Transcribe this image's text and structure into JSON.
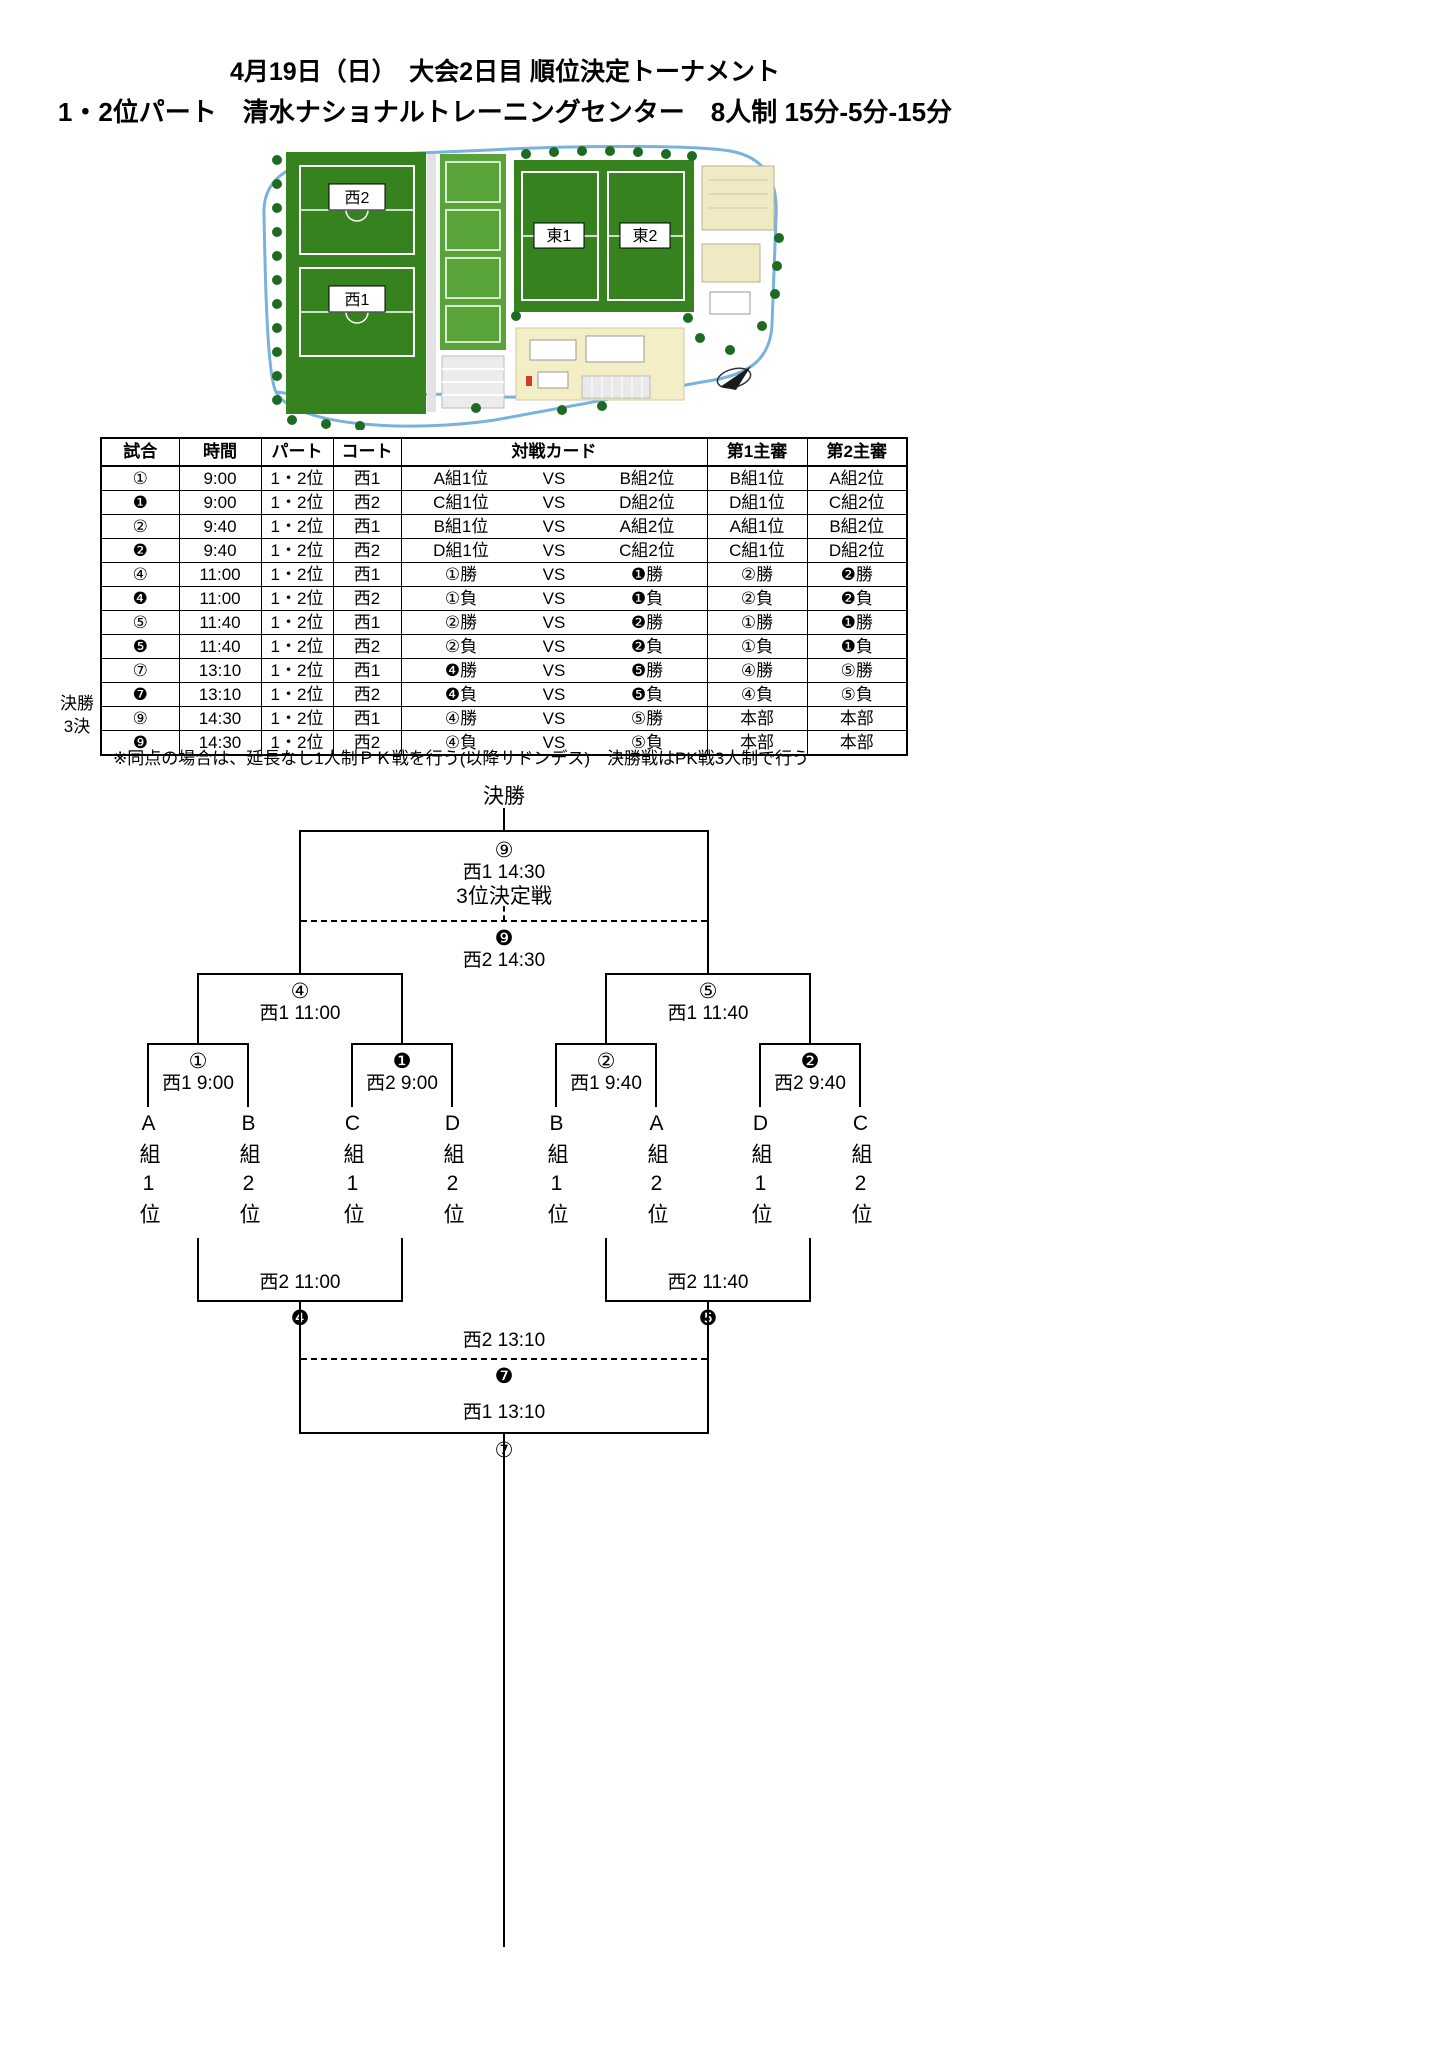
{
  "page": {
    "title_line1": "4月19日（日）　大会2日目 順位決定トーナメント",
    "title_line2": "1・2位パート　清水ナショナルトレーニングセンター　8人制 15分-5分-15分"
  },
  "map": {
    "field_west2": "西2",
    "field_west1": "西1",
    "field_east1": "東1",
    "field_east2": "東2"
  },
  "schedule": {
    "headers": {
      "match": "試合",
      "time": "時間",
      "part": "パート",
      "court": "コート",
      "card": "対戦カード",
      "ref1": "第1主審",
      "ref2": "第2主審"
    },
    "rows": [
      {
        "match": "①",
        "time": "9:00",
        "part": "1・2位",
        "court": "西1",
        "home": "A組1位",
        "vs": "VS",
        "away": "B組2位",
        "ref1": "B組1位",
        "ref2": "A組2位"
      },
      {
        "match": "❶",
        "time": "9:00",
        "part": "1・2位",
        "court": "西2",
        "home": "C組1位",
        "vs": "VS",
        "away": "D組2位",
        "ref1": "D組1位",
        "ref2": "C組2位"
      },
      {
        "match": "②",
        "time": "9:40",
        "part": "1・2位",
        "court": "西1",
        "home": "B組1位",
        "vs": "VS",
        "away": "A組2位",
        "ref1": "A組1位",
        "ref2": "B組2位"
      },
      {
        "match": "❷",
        "time": "9:40",
        "part": "1・2位",
        "court": "西2",
        "home": "D組1位",
        "vs": "VS",
        "away": "C組2位",
        "ref1": "C組1位",
        "ref2": "D組2位"
      },
      {
        "match": "④",
        "time": "11:00",
        "part": "1・2位",
        "court": "西1",
        "home": "①勝",
        "vs": "VS",
        "away": "❶勝",
        "ref1": "②勝",
        "ref2": "❷勝"
      },
      {
        "match": "❹",
        "time": "11:00",
        "part": "1・2位",
        "court": "西2",
        "home": "①負",
        "vs": "VS",
        "away": "❶負",
        "ref1": "②負",
        "ref2": "❷負"
      },
      {
        "match": "⑤",
        "time": "11:40",
        "part": "1・2位",
        "court": "西1",
        "home": "②勝",
        "vs": "VS",
        "away": "❷勝",
        "ref1": "①勝",
        "ref2": "❶勝"
      },
      {
        "match": "❺",
        "time": "11:40",
        "part": "1・2位",
        "court": "西2",
        "home": "②負",
        "vs": "VS",
        "away": "❷負",
        "ref1": "①負",
        "ref2": "❶負"
      },
      {
        "match": "⑦",
        "time": "13:10",
        "part": "1・2位",
        "court": "西1",
        "home": "❹勝",
        "vs": "VS",
        "away": "❺勝",
        "ref1": "④勝",
        "ref2": "⑤勝"
      },
      {
        "match": "❼",
        "time": "13:10",
        "part": "1・2位",
        "court": "西2",
        "home": "❹負",
        "vs": "VS",
        "away": "❺負",
        "ref1": "④負",
        "ref2": "⑤負"
      },
      {
        "label": "決勝",
        "match": "⑨",
        "time": "14:30",
        "part": "1・2位",
        "court": "西1",
        "home": "④勝",
        "vs": "VS",
        "away": "⑤勝",
        "ref1": "本部",
        "ref2": "本部"
      },
      {
        "label": "3決",
        "match": "❾",
        "time": "14:30",
        "part": "1・2位",
        "court": "西2",
        "home": "④負",
        "vs": "VS",
        "away": "⑤負",
        "ref1": "本部",
        "ref2": "本部"
      }
    ],
    "note": "※同点の場合は、延長なし1人制ＰＫ戦を行う(以降サドンデス)　決勝戦はPK戦3人制で行う"
  },
  "bracket": {
    "final_title": "決勝",
    "final": {
      "num": "⑨",
      "venue": "西1 14:30"
    },
    "third_title": "3位決定戦",
    "third": {
      "num": "❾",
      "venue": "西2 14:30"
    },
    "semi_left": {
      "num": "④",
      "venue": "西1 11:00"
    },
    "semi_right": {
      "num": "⑤",
      "venue": "西1 11:40"
    },
    "qf": [
      {
        "num": "①",
        "venue": "西1 9:00"
      },
      {
        "num": "❶",
        "venue": "西2 9:00"
      },
      {
        "num": "②",
        "venue": "西1 9:40"
      },
      {
        "num": "❷",
        "venue": "西2 9:40"
      }
    ],
    "teams": [
      "A組1位",
      "B組2位",
      "C組1位",
      "D組2位",
      "B組1位",
      "A組2位",
      "D組1位",
      "C組2位"
    ],
    "cons_left": {
      "num": "❹",
      "venue": "西2 11:00"
    },
    "cons_right": {
      "num": "❺",
      "venue": "西2 11:40"
    },
    "cons_final": {
      "num": "❼",
      "venue": "西2 13:10"
    },
    "fifth": {
      "num": "⑦",
      "venue": "西1 13:10"
    }
  }
}
